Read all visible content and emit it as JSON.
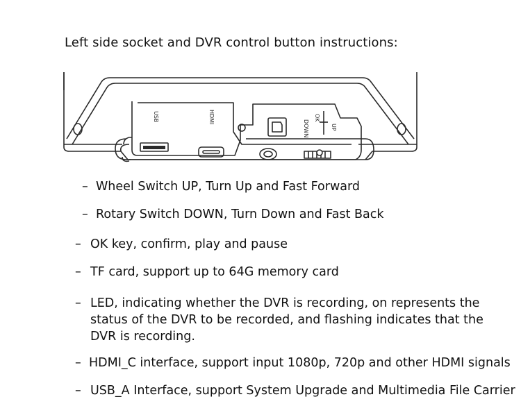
{
  "heading": "Left side socket and DVR control button instructions:",
  "diagram": {
    "labels": {
      "usb": "USB",
      "hdmi": "HDMI",
      "ok": "OK",
      "up": "UP",
      "down": "DOWN"
    }
  },
  "items": [
    {
      "dash": "–",
      "lines": [
        "Wheel Switch UP, Turn Up and Fast Forward"
      ]
    },
    {
      "dash": "–",
      "lines": [
        "Rotary Switch DOWN, Turn Down and Fast Back"
      ]
    },
    {
      "dash": "–",
      "lines": [
        "OK key, confirm, play and pause"
      ]
    },
    {
      "dash": "–",
      "lines": [
        "TF card, support up to 64G memory card"
      ]
    },
    {
      "dash": "–",
      "lines": [
        "LED, indicating whether the DVR is recording, on represents the",
        "status of the DVR to be recorded, and flashing indicates that the",
        "DVR is recording."
      ]
    },
    {
      "dash": "–",
      "lines": [
        "HDMI_C interface, support input 1080p, 720p and other HDMI signals"
      ]
    },
    {
      "dash": "–",
      "lines": [
        "USB_A Interface, support System Upgrade and Multimedia File Carrier"
      ]
    }
  ]
}
